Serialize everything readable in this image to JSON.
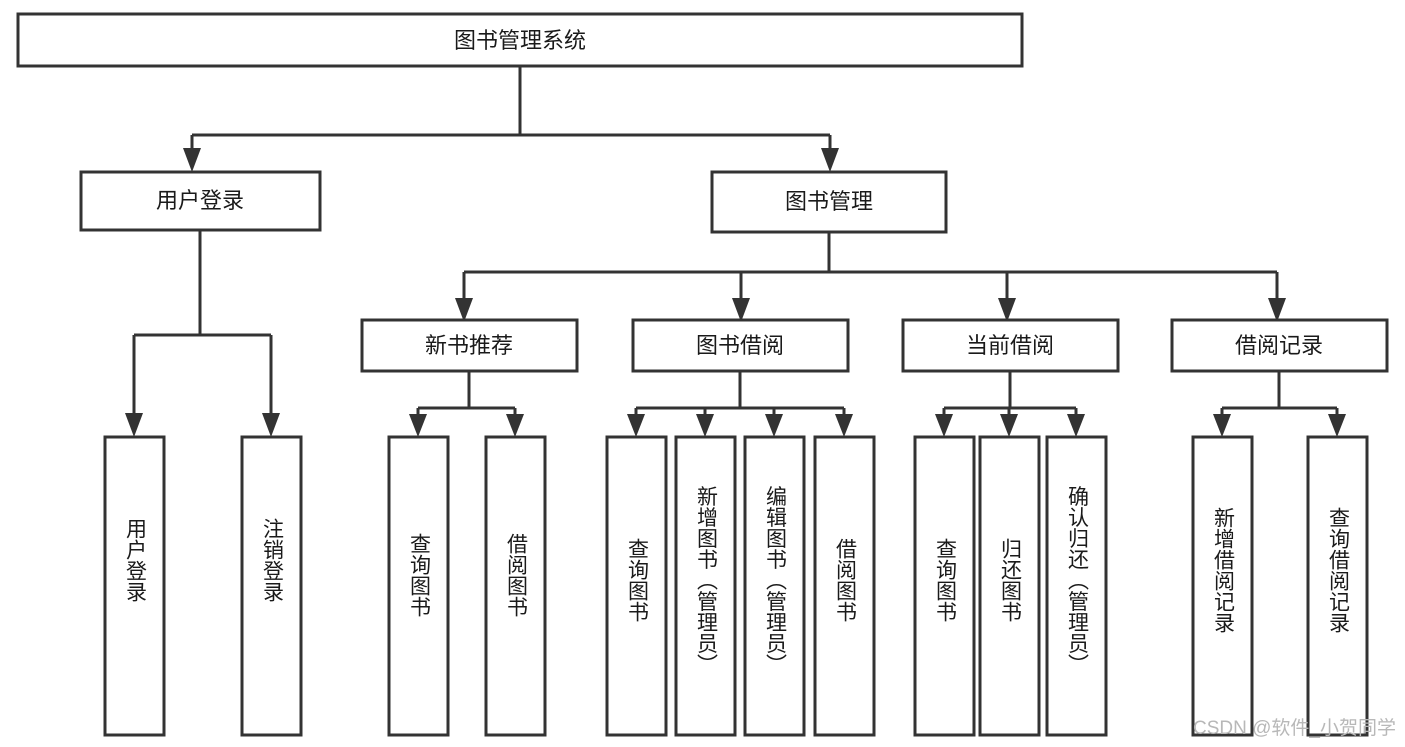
{
  "diagram": {
    "title": "图书管理系统",
    "type": "tree",
    "background_color": "#ffffff",
    "line_color": "#333333",
    "box_fill": "#ffffff",
    "text_color": "#1a1a1a",
    "root": {
      "label": "图书管理系统",
      "orientation": "horizontal"
    },
    "level2": [
      {
        "label": "用户登录",
        "orientation": "horizontal"
      },
      {
        "label": "图书管理",
        "orientation": "horizontal"
      }
    ],
    "level3": [
      {
        "label": "新书推荐",
        "orientation": "horizontal",
        "parent": "图书管理"
      },
      {
        "label": "图书借阅",
        "orientation": "horizontal",
        "parent": "图书管理"
      },
      {
        "label": "当前借阅",
        "orientation": "horizontal",
        "parent": "图书管理"
      },
      {
        "label": "借阅记录",
        "orientation": "horizontal",
        "parent": "图书管理"
      }
    ],
    "leaves": {
      "用户登录": [
        {
          "label": "用户登录",
          "orientation": "vertical"
        },
        {
          "label": "注销登录",
          "orientation": "vertical"
        }
      ],
      "新书推荐": [
        {
          "label": "查询图书",
          "orientation": "vertical"
        },
        {
          "label": "借阅图书",
          "orientation": "vertical"
        }
      ],
      "图书借阅": [
        {
          "label": "查询图书",
          "orientation": "vertical"
        },
        {
          "label": "新增图书（管理员）",
          "orientation": "vertical"
        },
        {
          "label": "编辑图书（管理员）",
          "orientation": "vertical"
        },
        {
          "label": "借阅图书",
          "orientation": "vertical"
        }
      ],
      "当前借阅": [
        {
          "label": "查询图书",
          "orientation": "vertical"
        },
        {
          "label": "归还图书",
          "orientation": "vertical"
        },
        {
          "label": "确认归还（管理员）",
          "orientation": "vertical"
        }
      ],
      "借阅记录": [
        {
          "label": "新增借阅记录",
          "orientation": "vertical"
        },
        {
          "label": "查询借阅记录",
          "orientation": "vertical"
        }
      ]
    }
  },
  "watermark": {
    "text": "CSDN @软件_小贺同学",
    "color": "#b8b8b8"
  }
}
